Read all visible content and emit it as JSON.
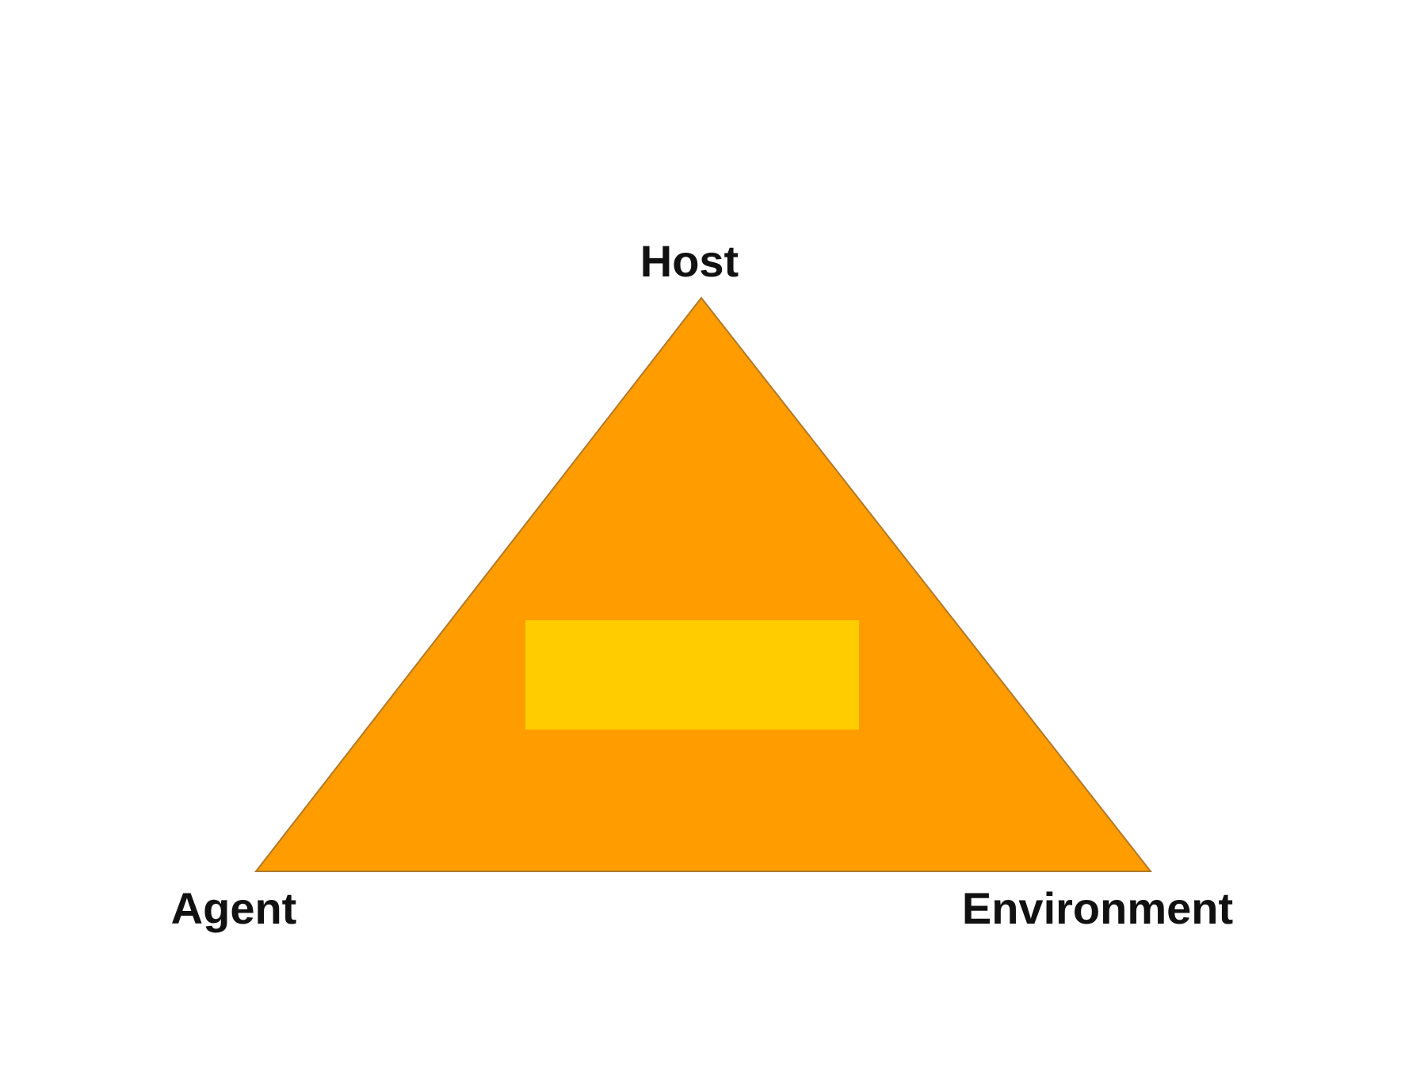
{
  "diagram": {
    "labels": {
      "top": "Host",
      "bottom_left": "Agent",
      "bottom_right": "Environment"
    },
    "colors": {
      "background": "#ffffff",
      "triangle_fill": "#ff9c00",
      "triangle_stroke": "#b07a2a",
      "center_box_fill": "#ffcc00",
      "label_text": "#111111"
    }
  }
}
